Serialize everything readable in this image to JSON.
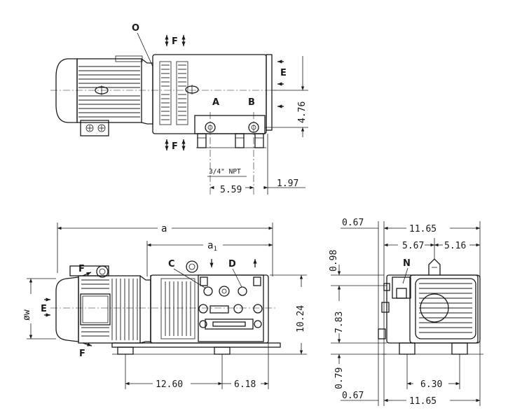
{
  "top_view": {
    "labels": {
      "O": "O",
      "F_top": "F",
      "F_bottom": "F",
      "A": "A",
      "B": "B",
      "E": "E"
    },
    "dimensions": {
      "height": "4.76",
      "npt": "3/4\" NPT",
      "a_dim": "5.59",
      "b_dim": "1.97"
    }
  },
  "front_view": {
    "labels": {
      "C": "C",
      "D": "D",
      "F_top": "F",
      "F_bottom": "F",
      "E": "E",
      "diameter": "øw"
    },
    "dimensions": {
      "overall_length": "a",
      "length_a1": "a",
      "length_a1_sub": "1",
      "height": "10.24",
      "base_length": "12.60",
      "offset": "6.18"
    }
  },
  "side_view": {
    "labels": {
      "N": "N"
    },
    "dimensions": {
      "top_left": "0.67",
      "top_width": "11.65",
      "left_part": "5.67",
      "right_part": "5.16",
      "height_upper": "0.98",
      "height_mid": "7.83",
      "height_lower": "0.79",
      "foot_spacing": "6.30",
      "bottom_left": "0.67",
      "bottom_width": "11.65"
    }
  },
  "colors": {
    "line": "#1a1a1a",
    "background": "#ffffff"
  }
}
